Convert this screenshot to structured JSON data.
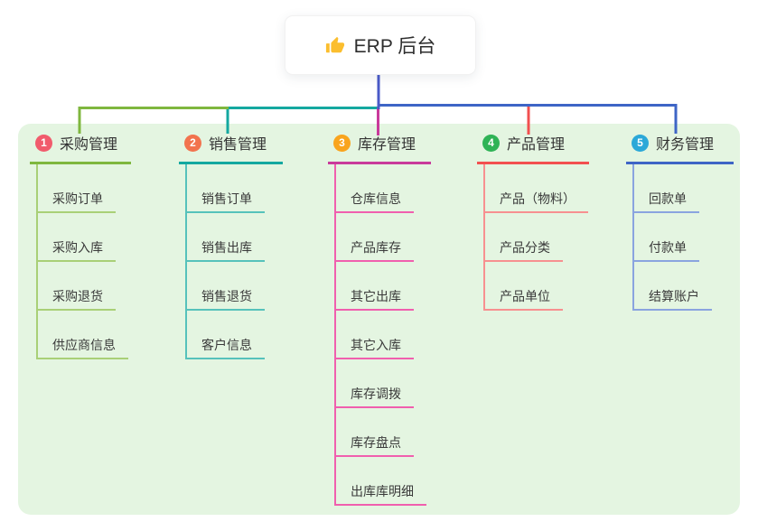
{
  "root": {
    "label": "ERP 后台",
    "icon": "thumbs-up-icon"
  },
  "branches": [
    {
      "index": "1",
      "title": "采购管理",
      "children": [
        "采购订单",
        "采购入库",
        "采购退货",
        "供应商信息"
      ]
    },
    {
      "index": "2",
      "title": "销售管理",
      "children": [
        "销售订单",
        "销售出库",
        "销售退货",
        "客户信息"
      ]
    },
    {
      "index": "3",
      "title": "库存管理",
      "children": [
        "仓库信息",
        "产品库存",
        "其它出库",
        "其它入库",
        "库存调拨",
        "库存盘点",
        "出库库明细"
      ]
    },
    {
      "index": "4",
      "title": "产品管理",
      "children": [
        "产品（物料）",
        "产品分类",
        "产品单位"
      ]
    },
    {
      "index": "5",
      "title": "财务管理",
      "children": [
        "回款单",
        "付款单",
        "结算账户"
      ]
    }
  ],
  "palette": {
    "panel_bg": "#E4F5E1",
    "root_line": "#4A5AC8",
    "branch1": {
      "line": "#7FB73F",
      "light": "#A9D077",
      "badge": "#F15B6C"
    },
    "branch2": {
      "line": "#14A8A0",
      "light": "#56C2BB",
      "badge": "#F2734E"
    },
    "branch3": {
      "line": "#C93A9B",
      "light": "#F05FAE",
      "badge": "#F9A41D"
    },
    "branch4": {
      "line": "#F25050",
      "light": "#F79090",
      "badge": "#2FB356"
    },
    "branch5": {
      "line": "#3E65C6",
      "light": "#8AA4DF",
      "badge": "#2BA8D8"
    }
  }
}
